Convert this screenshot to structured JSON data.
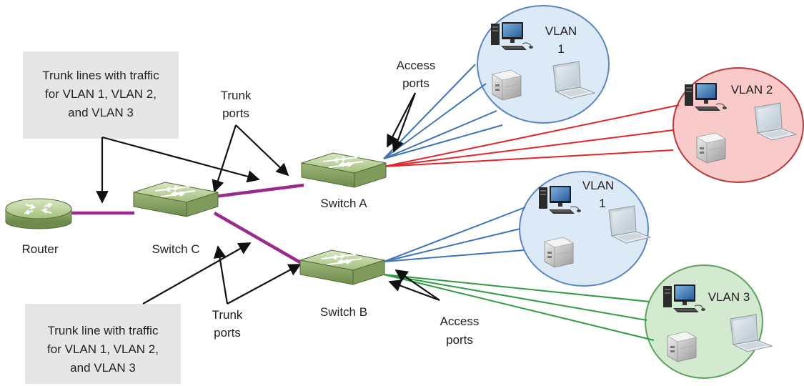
{
  "callouts": {
    "top": [
      "Trunk lines with traffic",
      "for VLAN 1, VLAN 2,",
      "and VLAN 3"
    ],
    "bottom": [
      "Trunk line with traffic",
      "for VLAN 1, VLAN 2,",
      "and VLAN 3"
    ]
  },
  "labels": {
    "trunk_ports_top": [
      "Trunk",
      "ports"
    ],
    "trunk_ports_bottom": [
      "Trunk",
      "ports"
    ],
    "access_ports_top": [
      "Access",
      "ports"
    ],
    "access_ports_bottom": [
      "Access",
      "ports"
    ]
  },
  "devices": {
    "router": "Router",
    "switch_a": "Switch A",
    "switch_b": "Switch B",
    "switch_c": "Switch C"
  },
  "vlans": {
    "top_vlan1": [
      "VLAN",
      "1"
    ],
    "vlan2": "VLAN 2",
    "mid_vlan1": [
      "VLAN",
      "1"
    ],
    "vlan3": "VLAN 3"
  },
  "colors": {
    "trunk": "#9b2a8f",
    "vlan1": "#3d73b8",
    "vlan2": "#e0262b",
    "vlan3": "#2f9a42",
    "vlan1_fill": "#dceaf7",
    "vlan2_fill": "#f8caca",
    "vlan3_fill": "#d4ead0",
    "callout_fill": "#e6e6e6",
    "device_green": "#a8c488"
  },
  "icons": {
    "router": "router-icon",
    "switch": "switch-icon",
    "pc": "desktop-pc-icon",
    "printer": "printer-icon",
    "laptop": "laptop-icon"
  }
}
